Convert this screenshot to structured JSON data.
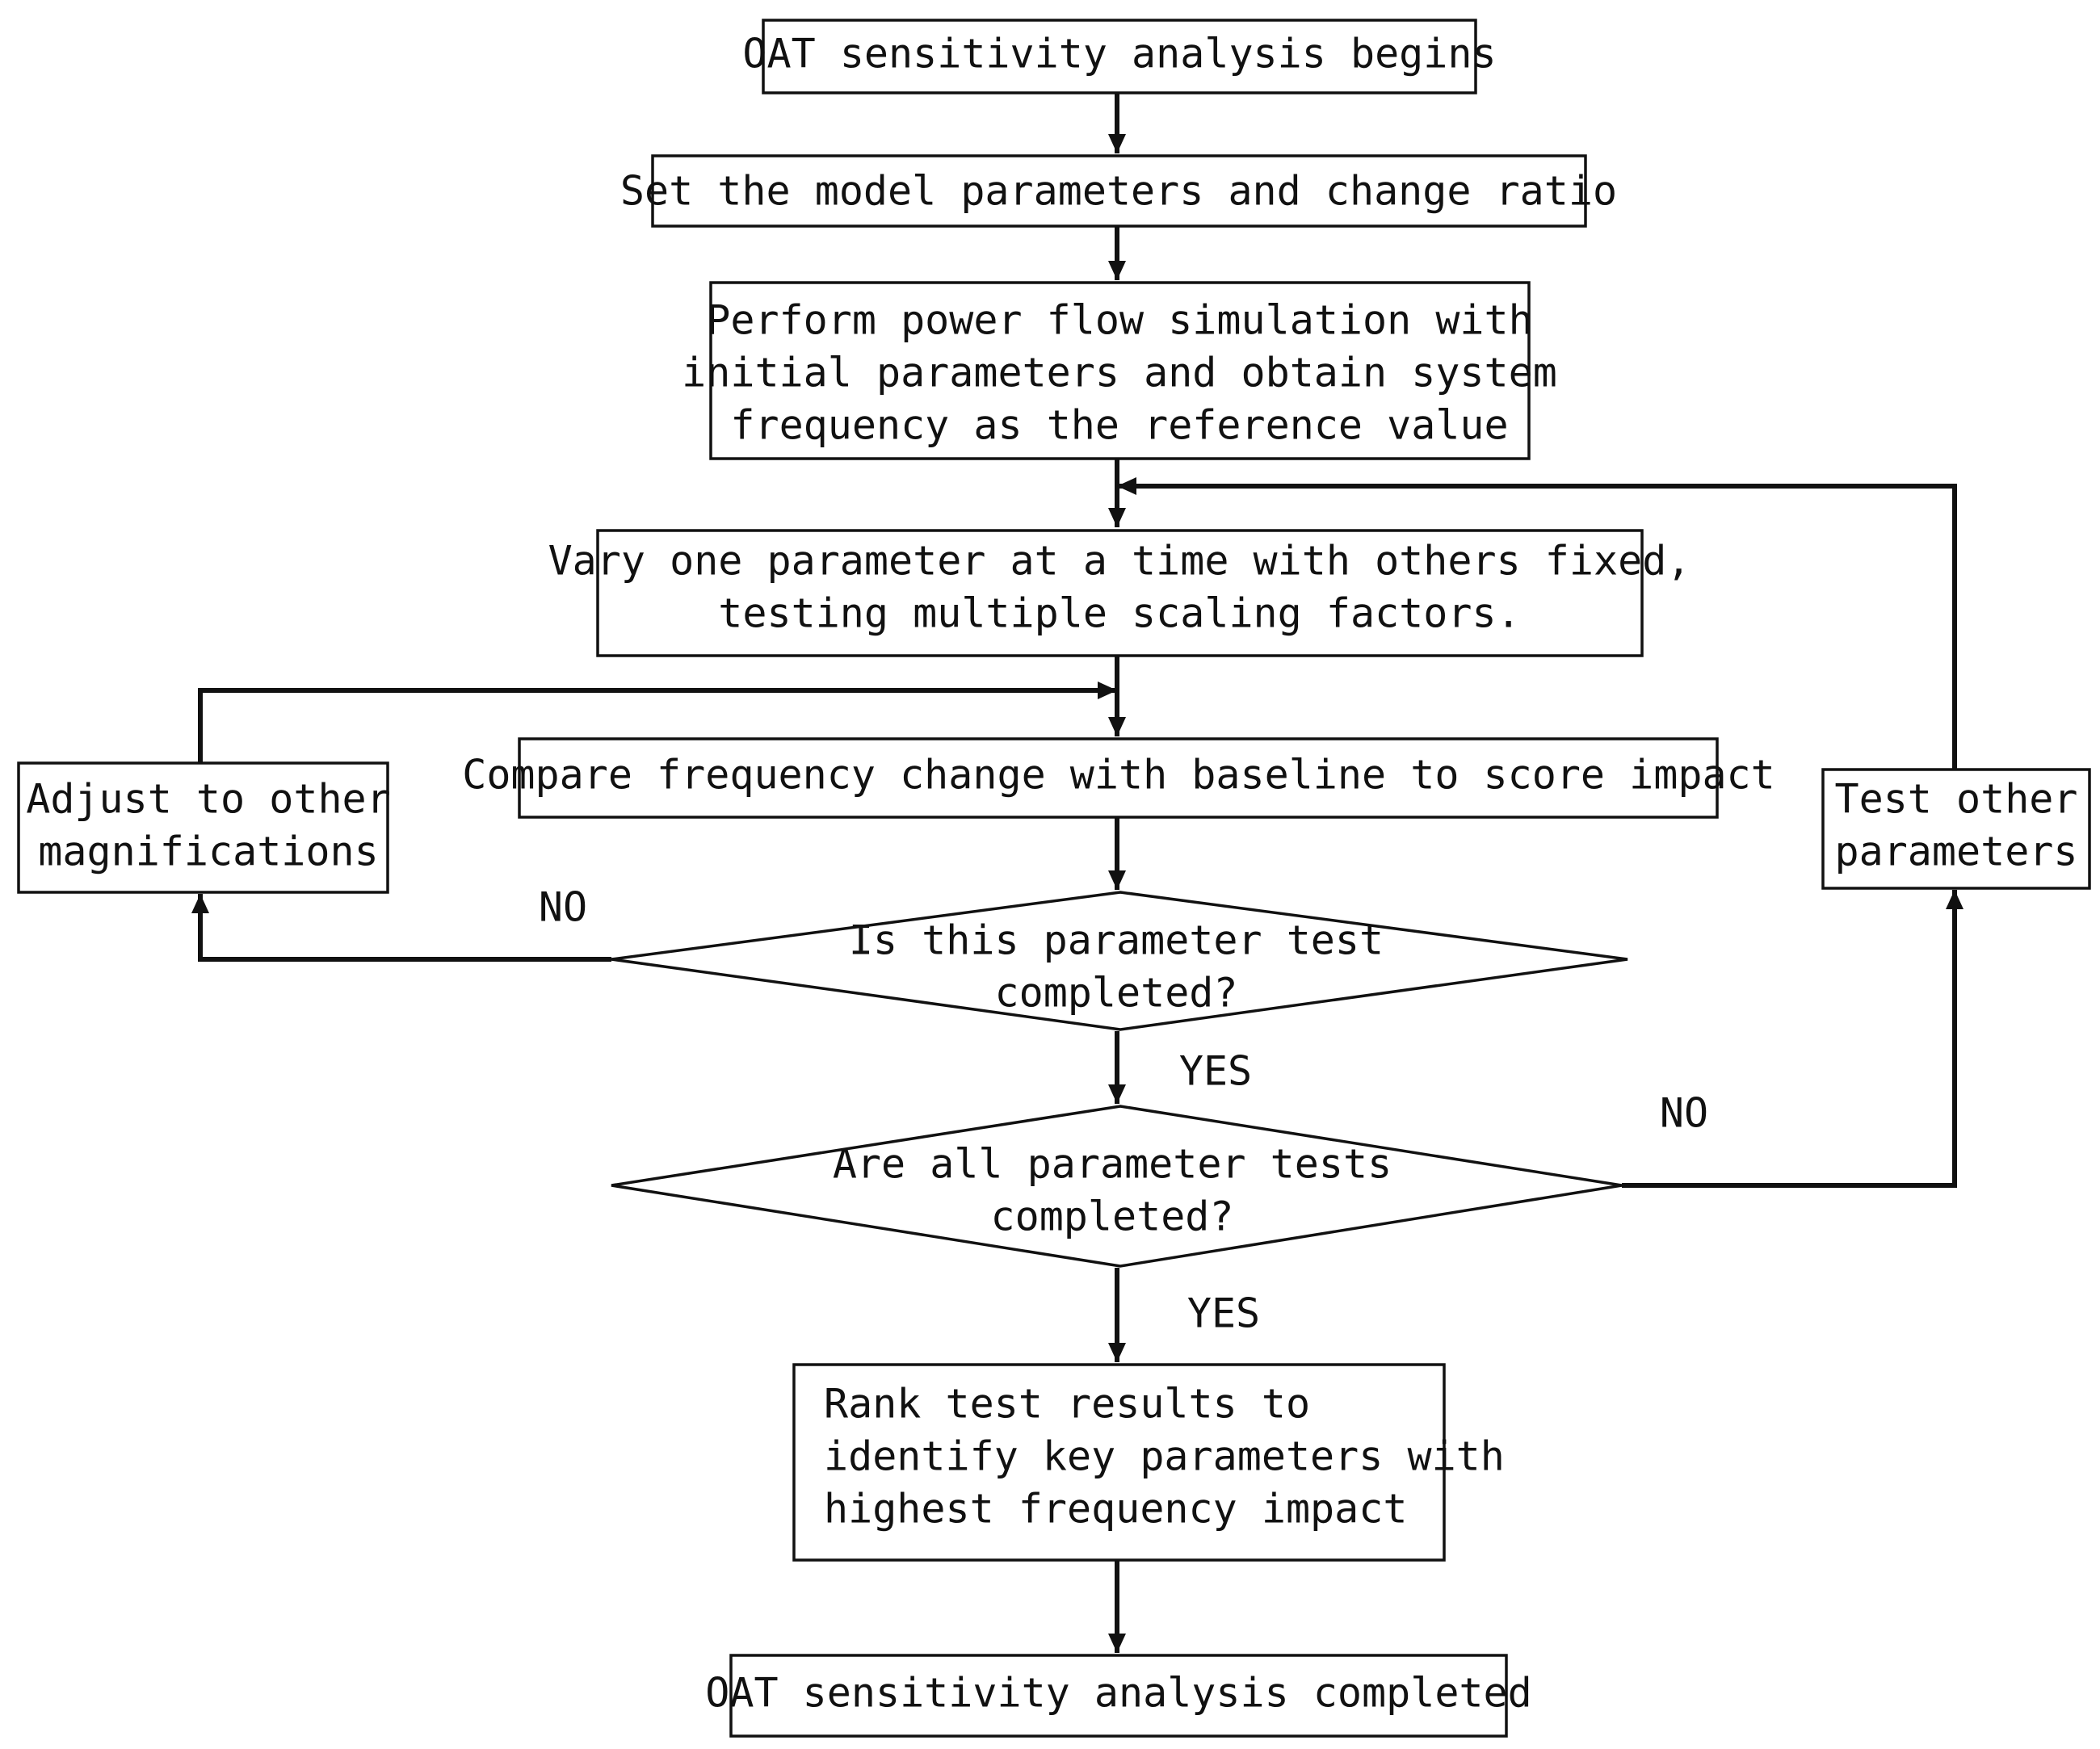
{
  "diagram": {
    "steps": {
      "start": "OAT sensitivity analysis begins",
      "set_params": "Set the model parameters and change ratio",
      "simulate": [
        "Perform power flow simulation with",
        "initial parameters and obtain system",
        "frequency as the reference value"
      ],
      "vary": [
        "Vary one parameter at a time with others fixed,",
        "testing multiple scaling factors."
      ],
      "compare": "Compare frequency change with baseline to score impact",
      "adjust": [
        "Adjust to other",
        "magnifications"
      ],
      "test_other": [
        "Test other",
        "parameters"
      ],
      "decision_param": [
        "Is this parameter test",
        "completed?"
      ],
      "decision_all": [
        "Are all parameter tests",
        "completed?"
      ],
      "rank": [
        "Rank test results to",
        "identify key parameters with",
        "highest frequency impact"
      ],
      "end": "OAT sensitivity analysis completed"
    },
    "edge_labels": {
      "no_param": "NO",
      "yes_param": "YES",
      "no_all": "NO",
      "yes_all": "YES"
    }
  }
}
